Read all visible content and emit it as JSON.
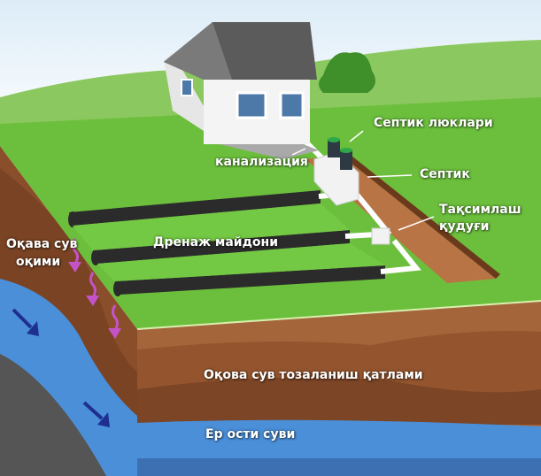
{
  "title": "Septic system diagram",
  "labels": {
    "septic_lids": "Септик люклари",
    "sewer": "канализация",
    "septic": "Септик",
    "distribution_box_1": "Тақсимлаш",
    "distribution_box_2": "қудуғи",
    "drain_field": "Дренаж майдони",
    "runoff_1": "Оқава сув",
    "runoff_2": "оқими",
    "filtration_layer": "Оқова сув тозаланиш қатлами",
    "groundwater": "Ер ости суви"
  },
  "colors": {
    "grass": "#6cbf3c",
    "soil": "#9c5c33",
    "water": "#4a8fd8",
    "arrow_runoff": "#c453c8",
    "arrow_groundwater": "#1f2f8f"
  }
}
